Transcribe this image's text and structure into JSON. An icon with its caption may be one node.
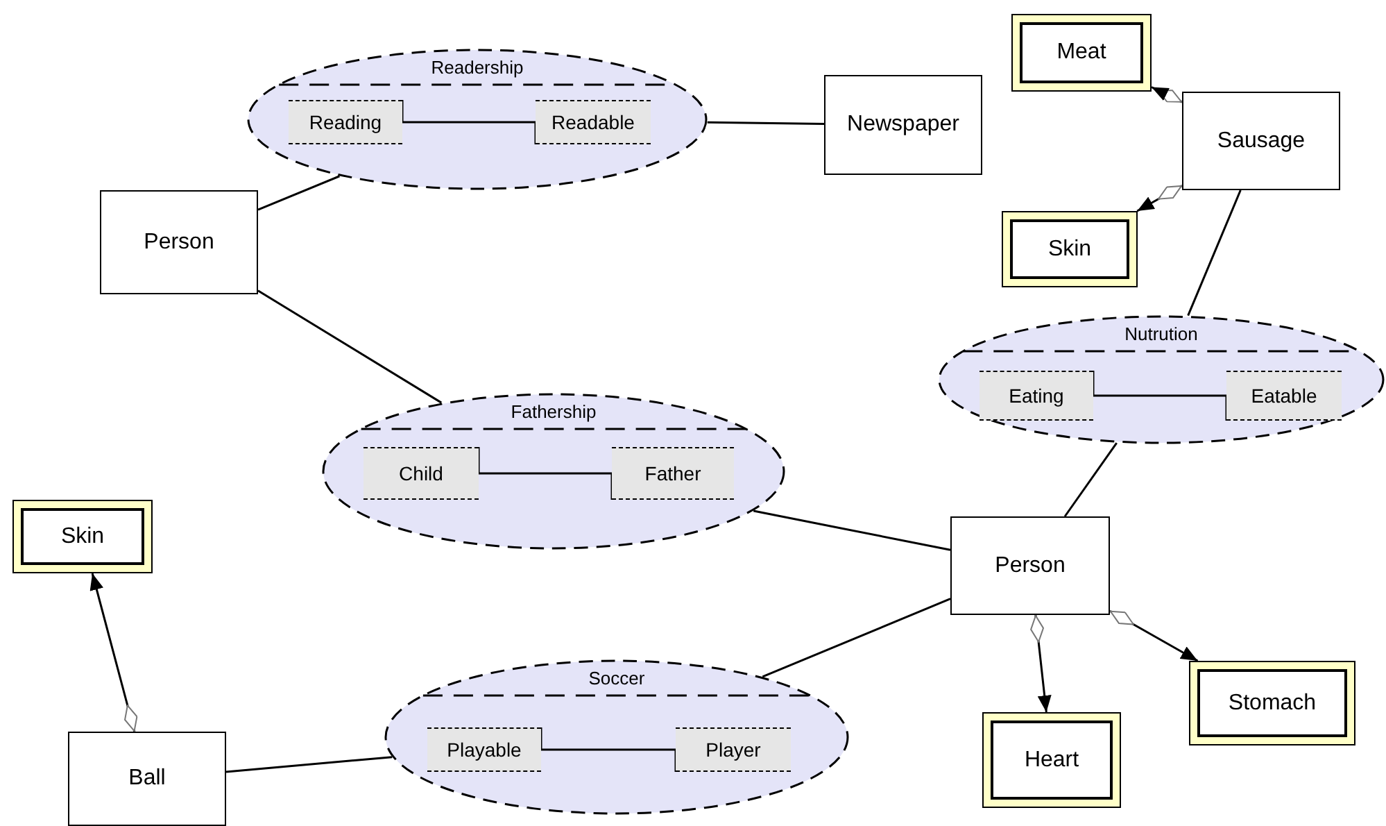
{
  "diagram": {
    "nodes": [
      {
        "text": [
          "Person"
        ]
      },
      {
        "text": [
          "Readership"
        ]
      },
      {
        "text": [
          "Reading"
        ],
        "in": 1
      },
      {
        "text": [
          "Readable"
        ],
        "in": 1
      },
      {
        "text": [
          "Newspaper"
        ]
      },
      {
        "text": [
          "Meat"
        ]
      },
      {
        "text": [
          "Sausage"
        ]
      },
      {
        "text": [
          "Skin"
        ]
      },
      {
        "text": [
          "Nutrution"
        ]
      },
      {
        "text": [
          "Eating"
        ],
        "in": 8
      },
      {
        "text": [
          "Eatable"
        ],
        "in": 8
      },
      {
        "text": [
          "Fathership"
        ]
      },
      {
        "text": [
          "Child"
        ],
        "in": 11
      },
      {
        "text": [
          "Father"
        ],
        "in": 11
      },
      {
        "text": [
          "Person"
        ]
      },
      {
        "text": [
          "Skin"
        ]
      },
      {
        "text": [
          "Ball"
        ]
      },
      {
        "text": [
          "Soccer"
        ]
      },
      {
        "text": [
          "Playable"
        ],
        "in": 17
      },
      {
        "text": [
          "Player"
        ],
        "in": 17
      },
      {
        "text": [
          "Heart"
        ]
      },
      {
        "text": [
          "Stomach"
        ]
      }
    ],
    "edges": [
      {
        "from": 0,
        "to": 1,
        "arrow": "none"
      },
      {
        "from": 2,
        "to": 3,
        "arrow": "none"
      },
      {
        "from": 1,
        "to": 4,
        "arrow": "none"
      },
      {
        "from": 6,
        "to": 5,
        "arrow": "to"
      },
      {
        "from": 6,
        "to": 7,
        "arrow": "to"
      },
      {
        "from": 6,
        "to": 8,
        "arrow": "none"
      },
      {
        "from": 9,
        "to": 10,
        "arrow": "none"
      },
      {
        "from": 0,
        "to": 11,
        "arrow": "none"
      },
      {
        "from": 12,
        "to": 13,
        "arrow": "none"
      },
      {
        "from": 11,
        "to": 14,
        "arrow": "none"
      },
      {
        "from": 8,
        "to": 14,
        "arrow": "none"
      },
      {
        "from": 16,
        "to": 15,
        "arrow": "to"
      },
      {
        "from": 16,
        "to": 17,
        "arrow": "none"
      },
      {
        "from": 18,
        "to": 19,
        "arrow": "none"
      },
      {
        "from": 17,
        "to": 14,
        "arrow": "none"
      },
      {
        "from": 14,
        "to": 20,
        "arrow": "to"
      },
      {
        "from": 14,
        "to": 21,
        "arrow": "to"
      }
    ]
  }
}
